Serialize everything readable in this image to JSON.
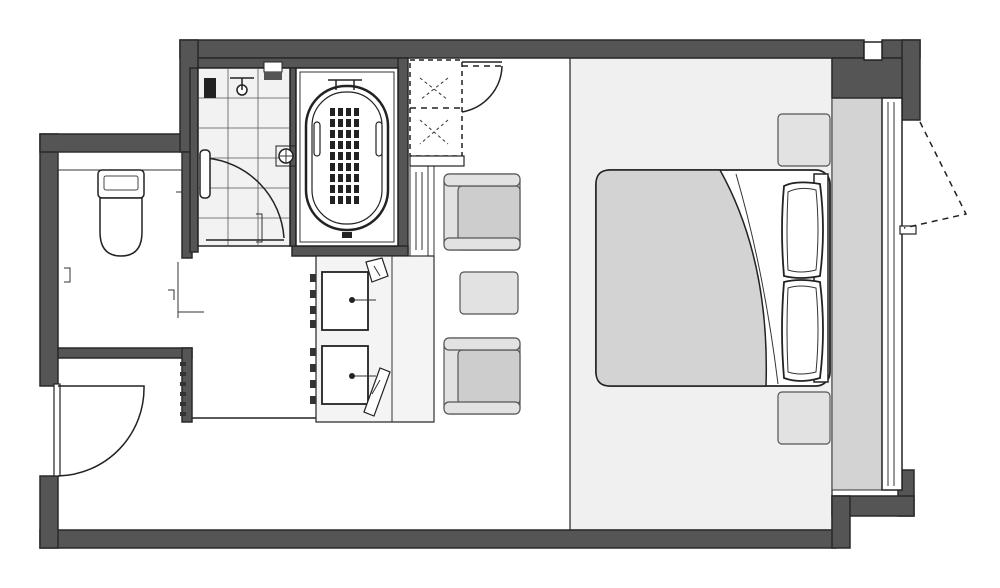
{
  "plan": {
    "rooms": [
      "toilet-room",
      "bathroom",
      "vanity-area",
      "entry-hall",
      "living-area",
      "bedroom"
    ],
    "colors": {
      "wall": "#555555",
      "wall-outline": "#2a2a2a",
      "floor": "#ffffff",
      "bedroom-floor": "#f0f0f0",
      "furniture": "#e2e2e2",
      "furniture-dark": "#cdcdcd",
      "tile-floor": "#f2f2f2"
    },
    "icons": [
      "toilet-icon",
      "bathtub-icon",
      "sink-icon",
      "door-swing-icon",
      "bed-icon",
      "armchair-icon"
    ]
  }
}
